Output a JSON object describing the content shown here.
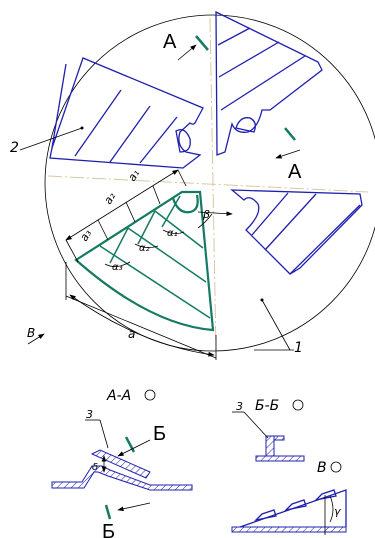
{
  "section_mark_a": "А",
  "section_mark_b": "Б",
  "part_labels": {
    "segment_2": "2",
    "part_1": "1",
    "part_3a": "3",
    "part_3b": "3"
  },
  "view_labels": {
    "view_b_arrow": "В",
    "aa": "А-А",
    "bb": "Б-Б",
    "v": "В"
  },
  "dims": {
    "a1": "a₁",
    "a2": "a₂",
    "a3": "a₃",
    "a": "a",
    "al1": "α₁",
    "al2": "α₂",
    "al3": "α₃",
    "beta": "β",
    "delta": "δ",
    "gamma": "γ"
  },
  "colors": {
    "outline": "#2020b0",
    "segment": "#157a62",
    "axis": "#d9c9a0"
  }
}
